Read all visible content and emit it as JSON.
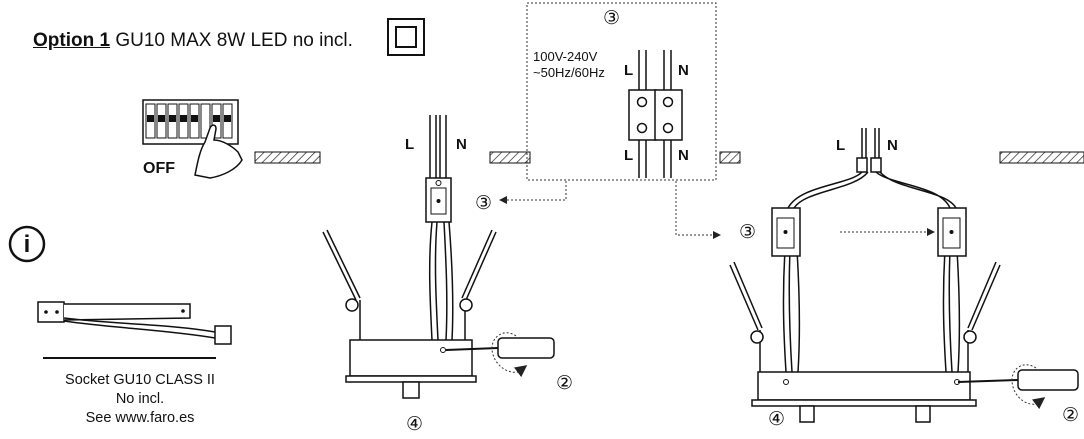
{
  "header": {
    "option_label": "Option 1",
    "option_text": "GU10 MAX 8W LED no incl."
  },
  "breaker": {
    "off_label": "OFF"
  },
  "info": {
    "icon_letter": "i"
  },
  "socket_note": {
    "line1": "Socket GU10 CLASS II",
    "line2": "No incl.",
    "line3": "See www.faro.es"
  },
  "terminal_detail": {
    "step": "③",
    "voltage": "100V-240V",
    "frequency": "~50Hz/60Hz",
    "live": "L",
    "neutral": "N"
  },
  "fixture_left": {
    "live": "L",
    "neutral": "N",
    "step_connector": "③",
    "step_screw": "②",
    "step_bulb": "④"
  },
  "fixture_right": {
    "live": "L",
    "neutral": "N",
    "step_connector": "③",
    "step_screw": "②",
    "step_bulb": "④"
  }
}
